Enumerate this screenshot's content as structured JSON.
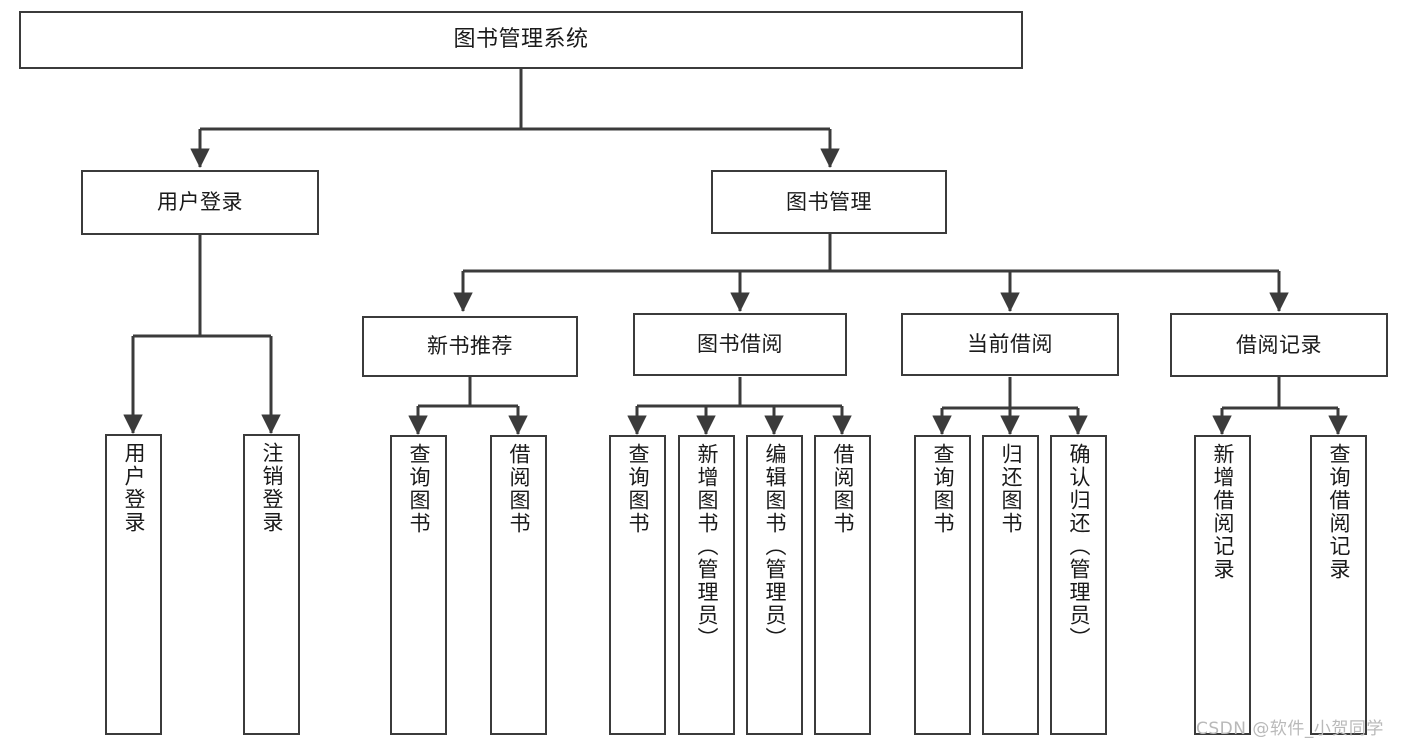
{
  "diagram": {
    "title": "图书管理系统",
    "type": "tree-hierarchy",
    "stroke_color": "#3b3b3b",
    "background_color": "#ffffff",
    "text_color": "#1a1a1a"
  },
  "nodes": {
    "root": {
      "label": "图书管理系统"
    },
    "level1": [
      {
        "label": "用户登录"
      },
      {
        "label": "图书管理"
      }
    ],
    "level2": [
      {
        "label": "新书推荐"
      },
      {
        "label": "图书借阅"
      },
      {
        "label": "当前借阅"
      },
      {
        "label": "借阅记录"
      }
    ],
    "leaves_user_login": [
      {
        "label": "用户登录"
      },
      {
        "label": "注销登录"
      }
    ],
    "leaves_new_book": [
      {
        "label": "查询图书"
      },
      {
        "label": "借阅图书"
      }
    ],
    "leaves_borrow": [
      {
        "label": "查询图书"
      },
      {
        "label": "新增图书（管理员）"
      },
      {
        "label": "编辑图书（管理员）"
      },
      {
        "label": "借阅图书"
      }
    ],
    "leaves_current": [
      {
        "label": "查询图书"
      },
      {
        "label": "归还图书"
      },
      {
        "label": "确认归还（管理员）"
      }
    ],
    "leaves_records": [
      {
        "label": "新增借阅记录"
      },
      {
        "label": "查询借阅记录"
      }
    ]
  },
  "watermark": {
    "text": "CSDN @软件_小贺同学"
  }
}
